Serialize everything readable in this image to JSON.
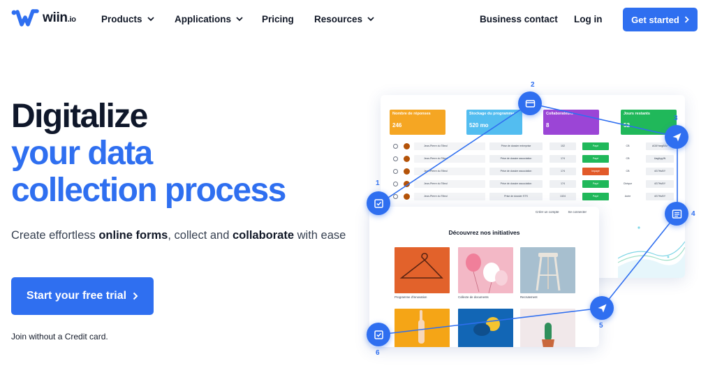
{
  "nav": {
    "logo_text": "wiin",
    "logo_suffix": ".io",
    "items": [
      {
        "label": "Products"
      },
      {
        "label": "Applications"
      },
      {
        "label": "Pricing"
      },
      {
        "label": "Resources"
      }
    ],
    "business_contact": "Business contact",
    "login": "Log in",
    "get_started": "Get started"
  },
  "hero": {
    "title_line1": "Digitalize",
    "title_line2": "your data",
    "title_line3": "collection process",
    "sub_pre": "Create effortless ",
    "sub_b1": "online forms",
    "sub_mid": ", collect and ",
    "sub_b2": "collaborate",
    "sub_post": " with ease",
    "cta": "Start your free trial",
    "note": "Join without a Credit card."
  },
  "illustration": {
    "stats": [
      {
        "label": "Nombre de réponses",
        "value": "246",
        "color": "#f5a623"
      },
      {
        "label": "Stockage du programme",
        "value": "520 mo",
        "color": "#53bdf0"
      },
      {
        "label": "Collaborateurs",
        "value": "8",
        "color": "#9b45d6"
      },
      {
        "label": "Jours restants",
        "value": "52",
        "color": "#20b85a"
      }
    ],
    "rows": [
      {
        "person": "Jean-Pierre du Tilleul",
        "project": "Prise de dossier entreprise",
        "c1": "102",
        "status": "Payé",
        "status_color": "#20b85a",
        "c3": "CB",
        "c4": "AG6YsegBXz"
      },
      {
        "person": "Jean-Pierre du Tilleul",
        "project": "Prise de dossier association",
        "c1": "174",
        "status": "Payé",
        "status_color": "#20b85a",
        "c3": "CB",
        "c4": "UagltygJN"
      },
      {
        "person": "Jean-Pierre du Tilleul",
        "project": "Prise de dossier association",
        "c1": "174",
        "status": "Impayé",
        "status_color": "#e25a2a",
        "c3": "CB",
        "c4": "4G7HuBY"
      },
      {
        "person": "Jean-Pierre du Tilleul",
        "project": "Prise de dossier association",
        "c1": "174",
        "status": "Payé",
        "status_color": "#20b85a",
        "c3": "Chèque",
        "c4": "4G7HuBY"
      },
      {
        "person": "Jean-Pierre du Tilleul",
        "project": "Prise de dossier STS",
        "c1": "1324",
        "status": "Payé",
        "status_color": "#20b85a",
        "c3": "Autre",
        "c4": "4G7HuBY"
      }
    ],
    "front": {
      "link1": "Créer un compte",
      "link2": "Se connecter",
      "title": "Découvrez nos initiatives",
      "tiles": [
        {
          "caption": "Programme d'innovation",
          "color": "#e2622b"
        },
        {
          "caption": "Collecte de documents",
          "color": "#f3b8c6"
        },
        {
          "caption": "Recrutement",
          "color": "#a7bfcf"
        },
        {
          "caption": "",
          "color": "#f5a516"
        },
        {
          "caption": "",
          "color": "#1266b5"
        },
        {
          "caption": "",
          "color": "#f1e8ea"
        }
      ]
    },
    "numbers": [
      "1",
      "2",
      "3",
      "4",
      "5",
      "6"
    ]
  }
}
